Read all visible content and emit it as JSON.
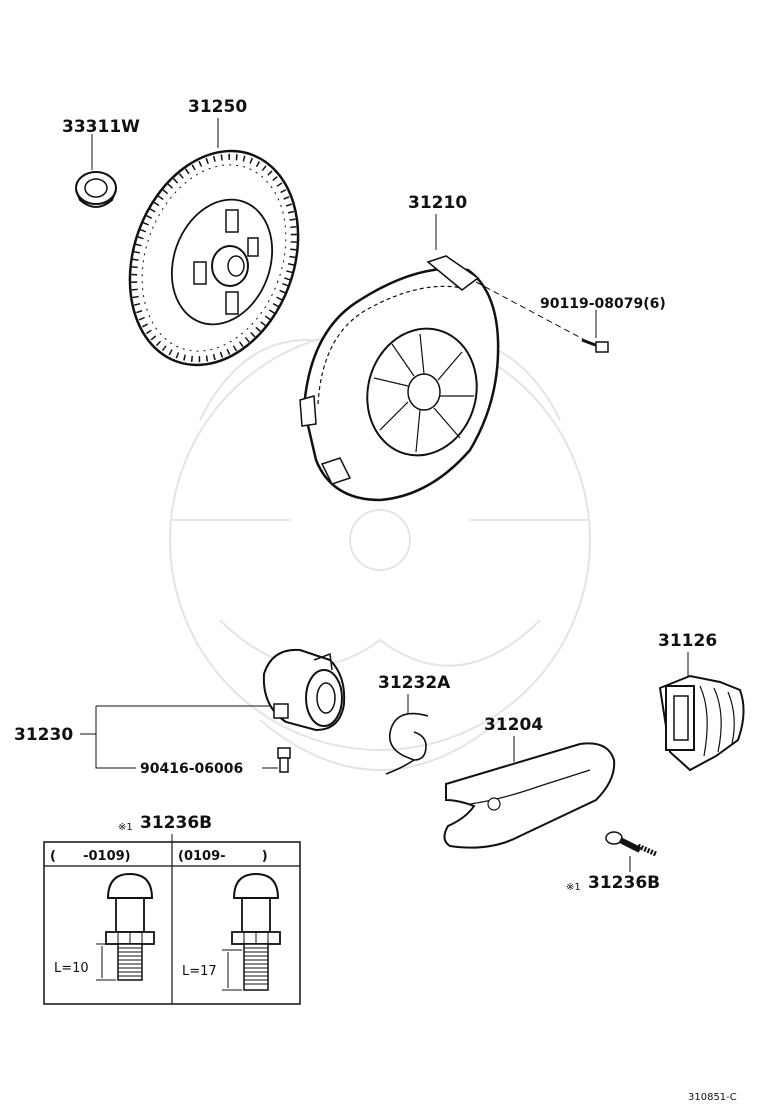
{
  "diagram": {
    "labels": {
      "p33311w": "33311W",
      "p31250": "31250",
      "p31210": "31210",
      "p90119": "90119-08079(6)",
      "p31126": "31126",
      "p31232a": "31232A",
      "p31204": "31204",
      "p31230": "31230",
      "p90416": "90416-06006",
      "p31236b_top": "31236B",
      "p31236b_bottom": "31236B",
      "note_mark": "※1"
    },
    "inset": {
      "col1_header": "(      -0109)",
      "col2_header": "(0109-        )",
      "col1_length": "L=10",
      "col2_length": "L=17"
    },
    "figure_code": "310851-C"
  }
}
